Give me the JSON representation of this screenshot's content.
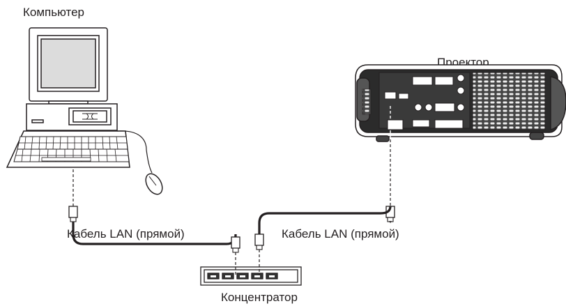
{
  "labels": {
    "computer": "Компьютер",
    "projector": "Проектор",
    "cable_left": "Кабель LAN (прямой)",
    "cable_right": "Кабель LAN (прямой)",
    "hub": "Концентратор"
  }
}
